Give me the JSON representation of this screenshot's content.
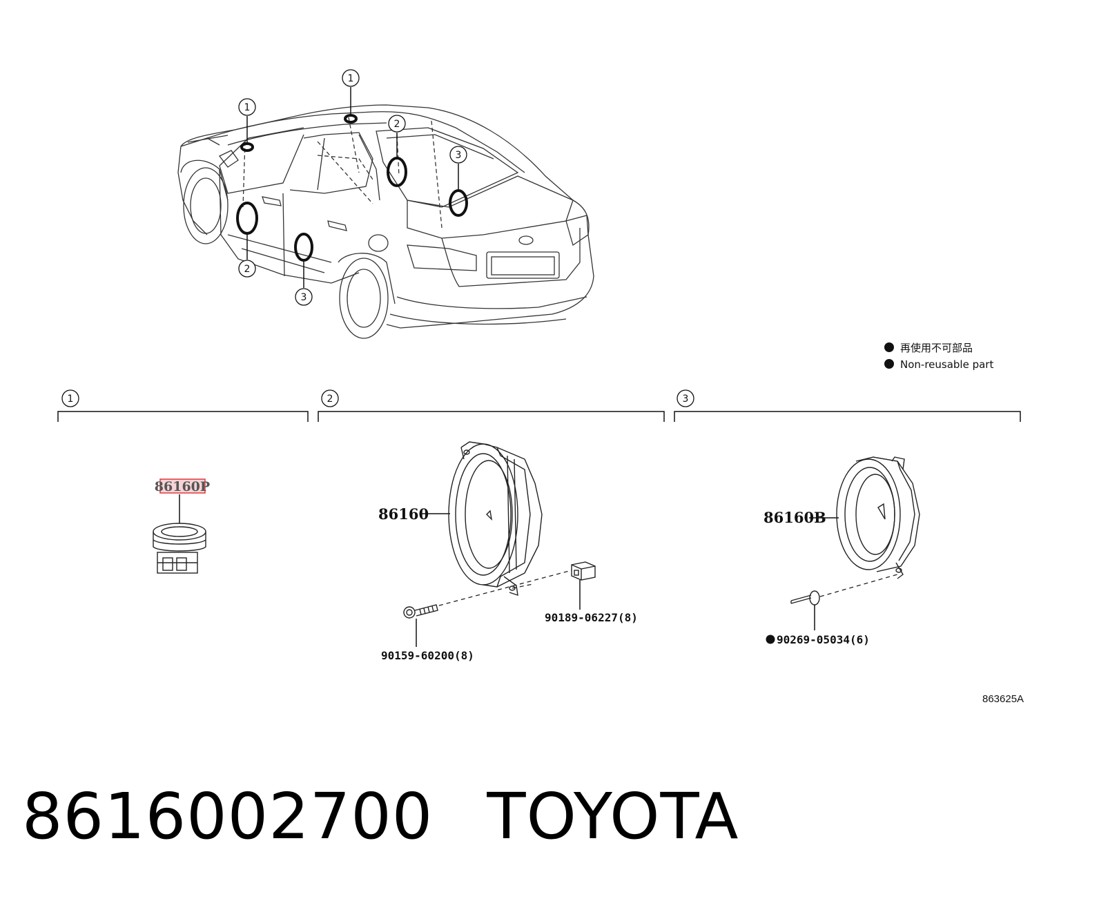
{
  "car_callouts": [
    "1",
    "1",
    "2",
    "2",
    "3",
    "3"
  ],
  "legend": {
    "japanese": "再使用不可部品",
    "english": "Non-reusable part"
  },
  "groups": [
    {
      "number": "1",
      "parts": [
        {
          "label": "86160P",
          "highlighted": true
        }
      ]
    },
    {
      "number": "2",
      "parts": [
        {
          "label": "86160"
        },
        {
          "label": "90189-06227(8)"
        },
        {
          "label": "90159-60200(8)"
        }
      ]
    },
    {
      "number": "3",
      "parts": [
        {
          "label": "86160B"
        },
        {
          "label": "90269-05034(6)",
          "non_reusable": true
        }
      ]
    }
  ],
  "diagram_ref": "863625A",
  "part_number": "8616002700",
  "brand": "TOYOTA",
  "colors": {
    "highlight_border": "#e0393e",
    "highlight_fill": "#f6d3d6",
    "ink": "#111111"
  }
}
